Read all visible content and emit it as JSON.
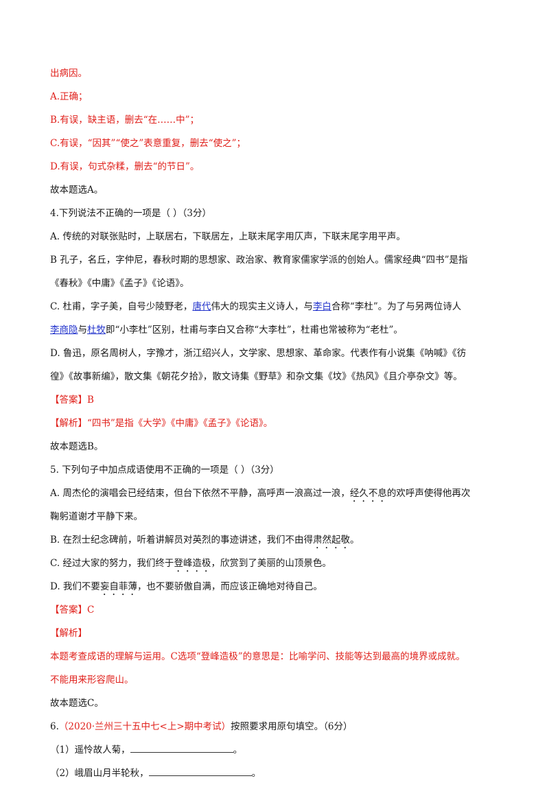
{
  "colors": {
    "answer_red": "#e0201b",
    "link_blue": "#2233cc",
    "text": "#1a1a1a"
  },
  "q3_explain": {
    "l1": "出病因。",
    "l2": "A.正确；",
    "l3": "B.有误，缺主语，删去“在……中”；",
    "l4": "C.有误，“因其”“使之”表意重复，删去“使之”；",
    "l5": "D.有误，句式杂糅，删去“的节日”。",
    "l6": "故本题选A。"
  },
  "q4": {
    "stem": "4.下列说法不正确的一项是（    ）（3分）",
    "a": "A. 传统的对联张贴时，上联居右，下联居左，上联末尾字用仄声，下联末尾字用平声。",
    "b1": "B 孔子，名丘，字仲尼，春秋时期的思想家、政治家、教育家儒家学派的创始人。儒家经典“四书”是指",
    "b2": "《春秋》《中庸》《孟子》《论语》。",
    "c1_a": "C. 杜甫，字子美，自号少陵野老，",
    "c1_link1": "唐代",
    "c1_b": "伟大的现实主义诗人，与",
    "c1_link2": "李白",
    "c1_c": "合称“李杜”。为了与另两位诗人",
    "c2_link1": "李商隐",
    "c2_a": "与",
    "c2_link2": "杜牧",
    "c2_b": "即“小李杜”区别，杜甫与李白又合称“大李杜”，杜甫也常被称为“老杜”。",
    "d1": "D. 鲁迅，原名周树人，字豫才，浙江绍兴人，文学家、思想家、革命家。代表作有小说集《呐喊》《彷",
    "d2": "徨》《故事新编》，散文集《朝花夕拾》，散文诗集《野草》和杂文集《坟》《热风》《且介亭杂文》等。",
    "answer": "【答案】B",
    "explain_label": "【解析】",
    "explain": "“四书”是指《大学》《中庸》《孟子》《论语》。",
    "conclusion": "故本题选B。"
  },
  "q5": {
    "stem": "5. 下列句子中加点成语使用不正确的一项是（    ）（3分）",
    "a1_a": "A. 周杰伦的演唱会已经结束，但台下依然不平静，高呼声一浪高过一浪，",
    "a1_dot": "经久不息",
    "a1_b": "的欢呼声使得他再次",
    "a2": "鞠躬道谢才平静下来。",
    "b_a": "B. 在烈士纪念碑前，听着讲解员对英烈的事迹讲述，我们不由得",
    "b_dot": "肃然起敬",
    "b_b": "。",
    "c_a": "C. 经过大家的努力，我们终于",
    "c_dot": "登峰造极",
    "c_b": "，欣赏到了美丽的山顶景色。",
    "d_a": "D. 我们不要",
    "d_dot": "妄自菲薄",
    "d_b": "，也不要骄傲自满，而应该正确地对待自己。",
    "answer": "【答案】C",
    "explain_label": "【解析】",
    "explain1": "本题考查成语的理解与运用。C选项“登峰造极”的意思是：比喻学问、技能等达到最高的境界或成就。",
    "explain2": "不能用来形容爬山。",
    "conclusion": "故本题选C。"
  },
  "q6": {
    "num": "6.",
    "source": "（2020·兰州三十五中七<上>期中考试）",
    "stem": "按照要求用原句填空。（6分）",
    "item1": "（1）遥怜故人菊，",
    "item1_end": "。",
    "item2": "（2）峨眉山月半轮秋，",
    "item2_end": "。"
  }
}
